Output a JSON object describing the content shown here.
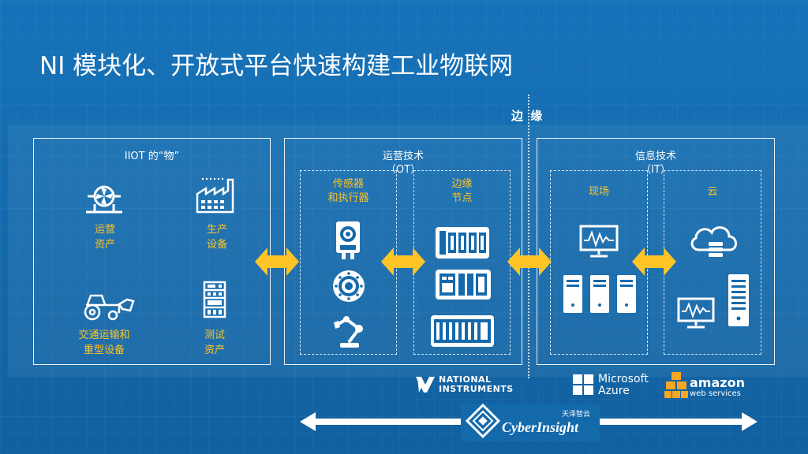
{
  "title": "NI 模块化、开放式平台快速构建工业物联网",
  "edge_label": "边 缘",
  "panels": {
    "iiot": {
      "title": "IIOT 的“物”",
      "items": [
        {
          "label_line1": "运营",
          "label_line2": "资产",
          "icon": "turbine-icon"
        },
        {
          "label_line1": "生产",
          "label_line2": "设备",
          "icon": "factory-icon"
        },
        {
          "label_line1": "交通运输和",
          "label_line2": "重型设备",
          "icon": "tractor-icon"
        },
        {
          "label_line1": "测试",
          "label_line2": "资产",
          "icon": "test-rack-icon"
        }
      ]
    },
    "ot": {
      "title_line1": "运营技术",
      "title_line2": "（OT）",
      "sensors": {
        "title_line1": "传感器",
        "title_line2": "和执行器"
      },
      "edge_nodes": {
        "title_line1": "边缘",
        "title_line2": "节点"
      }
    },
    "it": {
      "title_line1": "信息技术",
      "title_line2": "（IT）",
      "field": {
        "title": "现场"
      },
      "cloud": {
        "title": "云"
      }
    }
  },
  "logos": {
    "ni_line1": "NATIONAL",
    "ni_line2": "INSTRUMENTS",
    "ms_line1": "Microsoft",
    "ms_line2": "Azure",
    "aws_line1": "amazon",
    "aws_line2": "web services",
    "ci_small": "天泽智云",
    "ci_name": "CyberInsight"
  },
  "colors": {
    "background": "#1469ab",
    "accent": "#ffc426",
    "line": "#ffffff"
  }
}
